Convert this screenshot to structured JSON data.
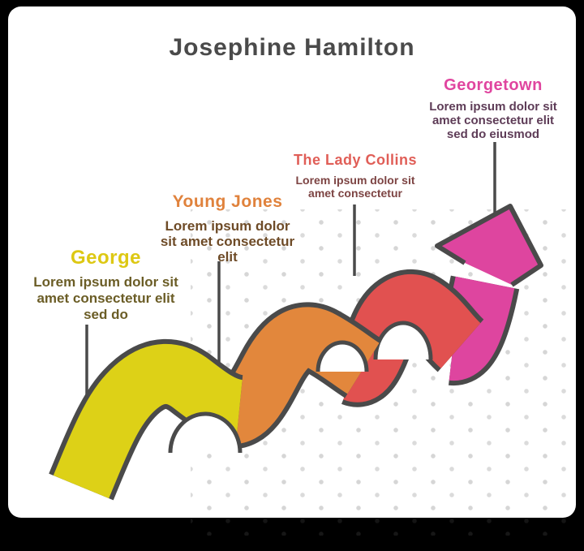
{
  "title": "Josephine Hamilton",
  "canvas": {
    "background": "#000000",
    "card_background": "#ffffff",
    "outline_color": "#4a4a4a",
    "connector_color": "#4a4a4a",
    "dot_color": "#5a5a5a"
  },
  "stages": [
    {
      "heading": "George",
      "heading_color": "#ddc813",
      "ribbon_color": "#ddd117",
      "text_color": "#6b5d26",
      "lines": [
        "Lorem ipsum dolor sit",
        "amet consectetur elit",
        "sed do"
      ]
    },
    {
      "heading": "Young Jones",
      "heading_color": "#e0823c",
      "ribbon_color": "#e2873c",
      "text_color": "#6e4b27",
      "lines": [
        "Lorem ipsum dolor",
        "sit amet consectetur",
        "elit"
      ]
    },
    {
      "heading": "The Lady Collins",
      "heading_color": "#e05e57",
      "ribbon_color": "#e15150",
      "text_color": "#7d4443",
      "lines": [
        "Lorem ipsum dolor sit",
        "amet consectetur"
      ]
    },
    {
      "heading": "Georgetown",
      "heading_color": "#e0459f",
      "ribbon_color": "#de459f",
      "text_color": "#5e3c57",
      "lines": [
        "Lorem ipsum dolor sit",
        "amet consectetur elit",
        "sed do eiusmod"
      ]
    }
  ]
}
